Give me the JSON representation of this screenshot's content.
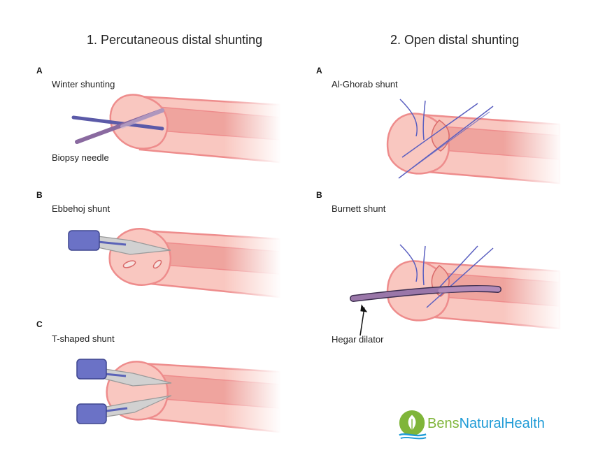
{
  "columns": [
    {
      "title": "1. Percutaneous distal shunting",
      "panels": [
        {
          "letter": "A",
          "label": "Winter shunting",
          "sublabel": "Biopsy needle"
        },
        {
          "letter": "B",
          "label": "Ebbehoj shunt"
        },
        {
          "letter": "C",
          "label": "T-shaped shunt"
        }
      ]
    },
    {
      "title": "2. Open distal shunting",
      "panels": [
        {
          "letter": "A",
          "label": "Al-Ghorab shunt"
        },
        {
          "letter": "B",
          "label": "Burnett shunt",
          "sublabel": "Hegar dilator"
        }
      ]
    }
  ],
  "brand": {
    "part1": "Bens",
    "part2": "NaturalHealth"
  },
  "colors": {
    "skin_fill": "#f9c7c0",
    "skin_stroke": "#ee8c8c",
    "inner_fill": "#efa49e",
    "needle": "#6f6cc0",
    "handle": "#6b72c6",
    "blade": "#cccccc",
    "dilator": "#9a77a9",
    "logo_green": "#7fb539",
    "logo_blue": "#1f9bd6"
  }
}
